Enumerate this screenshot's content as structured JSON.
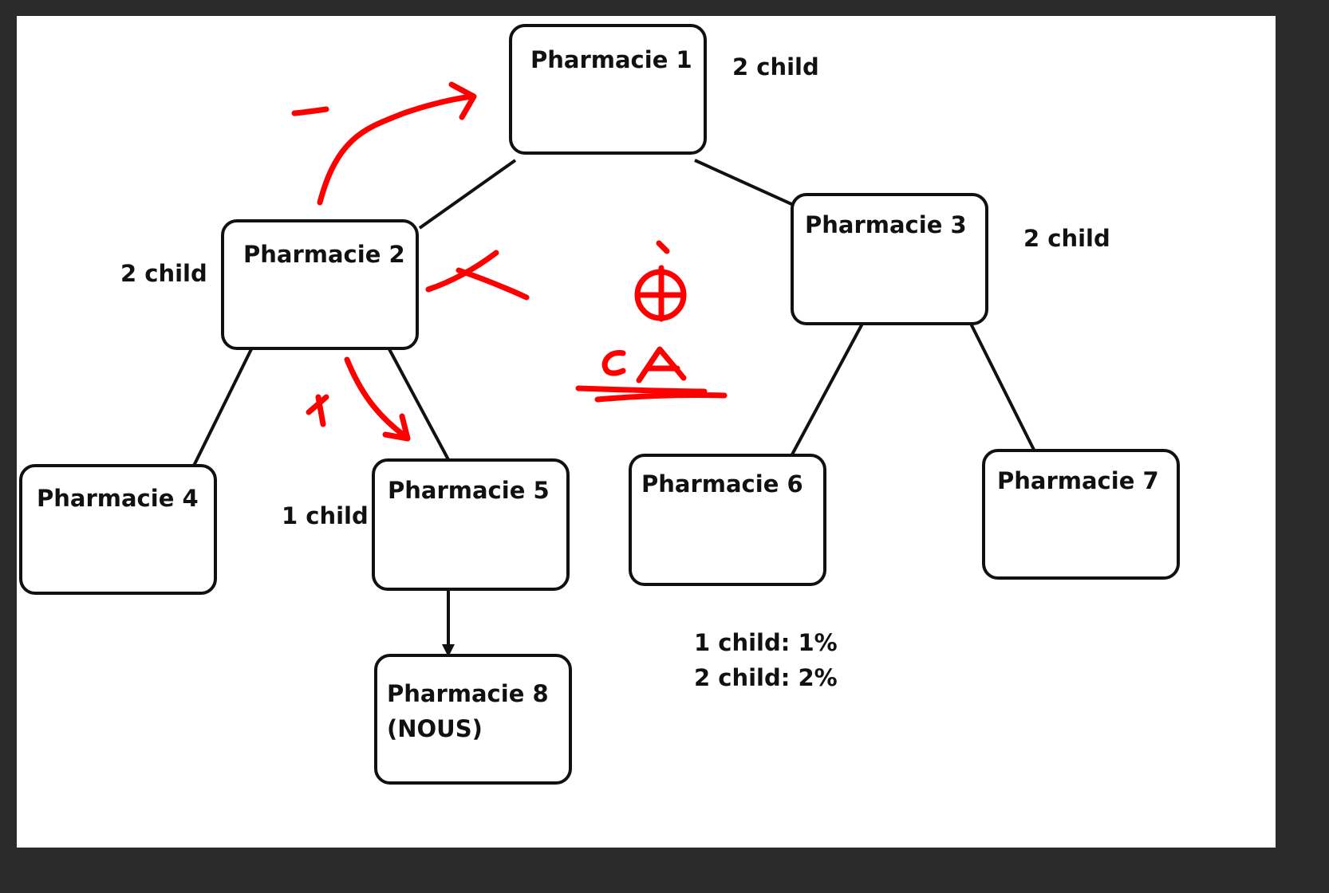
{
  "colors": {
    "ink": "#111111",
    "annotation": "#ff0000",
    "background": "#ffffff",
    "frame": "#2b2b2b"
  },
  "nodes": [
    {
      "id": "p1",
      "label": "Pharmacie 1"
    },
    {
      "id": "p2",
      "label": "Pharmacie 2"
    },
    {
      "id": "p3",
      "label": "Pharmacie 3"
    },
    {
      "id": "p4",
      "label": "Pharmacie 4"
    },
    {
      "id": "p5",
      "label": "Pharmacie 5"
    },
    {
      "id": "p6",
      "label": "Pharmacie 6"
    },
    {
      "id": "p7",
      "label": "Pharmacie 7"
    },
    {
      "id": "p8",
      "label": "Pharmacie 8",
      "sublabel": "(NOUS)"
    }
  ],
  "edges": [
    {
      "from": "p1",
      "to": "p2"
    },
    {
      "from": "p1",
      "to": "p3"
    },
    {
      "from": "p2",
      "to": "p4"
    },
    {
      "from": "p2",
      "to": "p5"
    },
    {
      "from": "p3",
      "to": "p6"
    },
    {
      "from": "p3",
      "to": "p7"
    },
    {
      "from": "p5",
      "to": "p8",
      "arrow": true
    }
  ],
  "child_notes": {
    "p1": "2 child",
    "p2": "2 child",
    "p3": "2 child",
    "p5": "1 child"
  },
  "commission_legend": [
    "1 child: 1%",
    "2 child: 2%"
  ],
  "annotations": {
    "minus": "-",
    "plus": "+",
    "ca": "CA"
  }
}
